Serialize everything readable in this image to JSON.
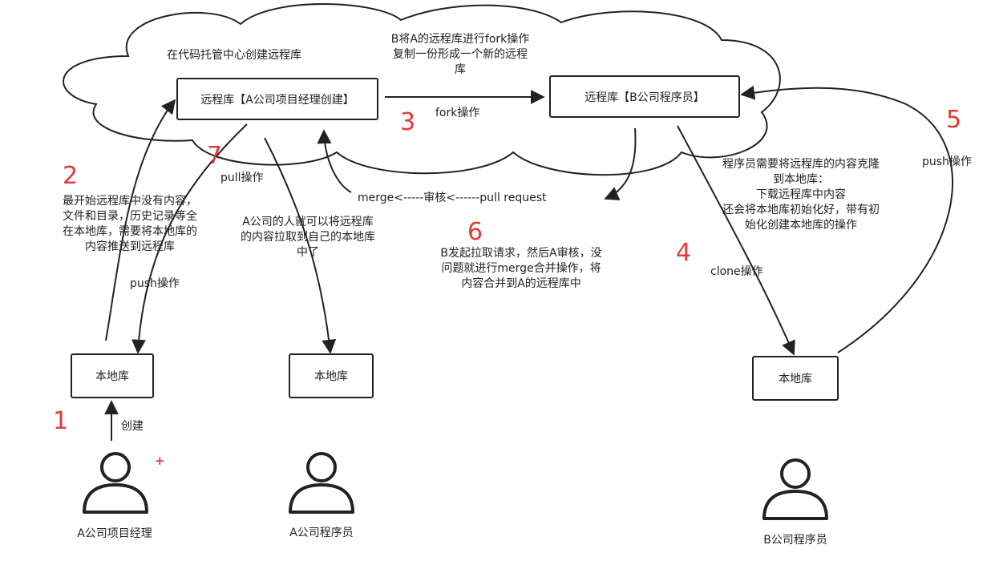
{
  "diagram": {
    "boxes": {
      "remote_a": "远程库【A公司项目经理创建】",
      "remote_b": "远程库【B公司程序员】",
      "local_a_manager": "本地库",
      "local_a_programmer": "本地库",
      "local_b_programmer": "本地库"
    },
    "texts": {
      "create_remote": "在代码托管中心创建远程库",
      "fork_desc": [
        "B将A的远程库进行fork操作",
        "复制一份形成一个新的远程",
        "库"
      ],
      "fork_op": "fork操作",
      "pull_op": "pull操作",
      "push_desc": [
        "最开始远程库中没有内容，",
        "文件和目录，历史记录等全",
        "在本地库，需要将本地库的",
        "内容推送到远程库"
      ],
      "push_op_left": "push操作",
      "pull_desc": [
        "A公司的人就可以将远程库",
        "的内容拉取到自己的本地库",
        "中了"
      ],
      "merge_flow": "merge<-----审核<------pull request",
      "pr_desc": [
        "B发起拉取请求，然后A审核，没",
        "问题就进行merge合并操作，将",
        "内容合并到A的远程库中"
      ],
      "clone_desc": [
        "程序员需要将远程库的内容克隆",
        "到本地库：",
        "下载远程库中内容",
        "还会将本地库初始化好，带有初",
        "始化创建本地库的操作"
      ],
      "clone_op": "clone操作",
      "push_op_right": "push操作",
      "create_op": "创建"
    },
    "step_numbers": {
      "n1": "1",
      "n2": "2",
      "n3": "3",
      "n4": "4",
      "n5": "5",
      "n6": "6",
      "n7": "7"
    },
    "actors": {
      "a_manager": "A公司项目经理",
      "a_programmer": "A公司程序员",
      "b_programmer": "B公司程序员"
    },
    "plus_mark": "+",
    "colors": {
      "line": "#222222",
      "step_number": "#e53935"
    }
  }
}
